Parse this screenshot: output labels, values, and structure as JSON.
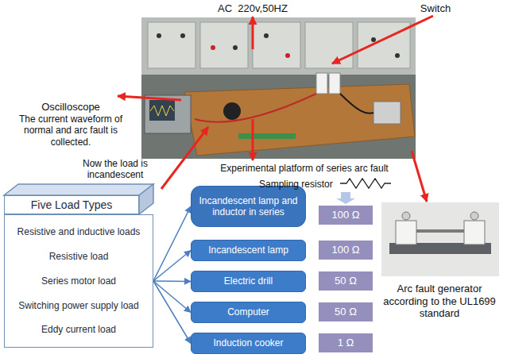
{
  "diagram": {
    "nodes": [
      {
        "text": [
          "Five Load Types"
        ]
      },
      {
        "text": [
          "Resistive and inductive loads",
          "Resistive load",
          "Series motor load",
          "Switching power supply load",
          "Eddy current load"
        ]
      },
      {
        "text": [
          "Incandescent lamp and inductor in series"
        ]
      },
      {
        "text": [
          "Incandescent lamp"
        ]
      },
      {
        "text": [
          "Electric drill"
        ]
      },
      {
        "text": [
          "Computer"
        ]
      },
      {
        "text": [
          "Induction cooker"
        ]
      },
      {
        "text": [
          "100 Ω"
        ]
      },
      {
        "text": [
          "100 Ω"
        ]
      },
      {
        "text": [
          "50 Ω"
        ]
      },
      {
        "text": [
          "50 Ω"
        ]
      },
      {
        "text": [
          "1 Ω"
        ]
      }
    ],
    "edges": [
      {
        "from": 1,
        "to": 2,
        "arrow": "to"
      },
      {
        "from": 1,
        "to": 3,
        "arrow": "to"
      },
      {
        "from": 1,
        "to": 4,
        "arrow": "to"
      },
      {
        "from": 1,
        "to": 5,
        "arrow": "to"
      },
      {
        "from": 1,
        "to": 6,
        "arrow": "to"
      }
    ],
    "labels": [
      "AC  220v,50HZ",
      "Switch",
      "Oscilloscope",
      "The current waveform of normal and arc fault is collected.",
      "Now the load is incandescent",
      "Experimental platform of series arc fault",
      "Sampling resistor",
      "Arc fault generator according to the UL1699 standard"
    ]
  }
}
